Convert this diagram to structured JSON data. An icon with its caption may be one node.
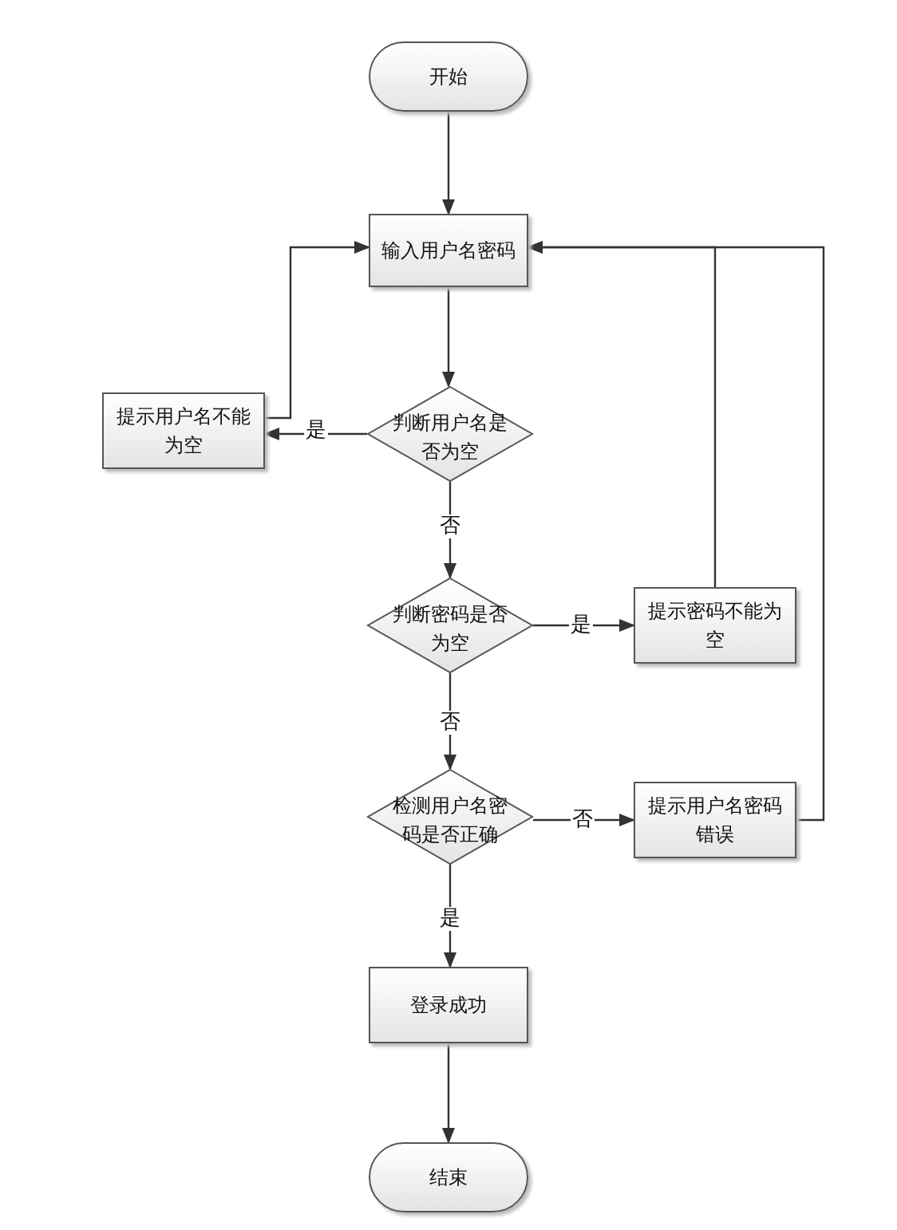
{
  "diagram": {
    "nodes": [
      {
        "text": [
          "开始"
        ]
      },
      {
        "text": [
          "输入用户名密码"
        ]
      },
      {
        "text": [
          "判断用户名是否为空"
        ]
      },
      {
        "text": [
          "提示用户名不能为空"
        ]
      },
      {
        "text": [
          "判断密码是否为空"
        ]
      },
      {
        "text": [
          "提示密码不能为空"
        ]
      },
      {
        "text": [
          "检测用户名密码是否正确"
        ]
      },
      {
        "text": [
          "提示用户名密码错误"
        ]
      },
      {
        "text": [
          "登录成功"
        ]
      },
      {
        "text": [
          "结束"
        ]
      }
    ],
    "edges": [
      {
        "from": 0,
        "to": 1,
        "arrow": "to"
      },
      {
        "from": 1,
        "to": 2,
        "arrow": "to"
      },
      {
        "from": 2,
        "to": 3,
        "arrow": "to",
        "label": "是"
      },
      {
        "from": 3,
        "to": 1,
        "arrow": "to"
      },
      {
        "from": 2,
        "to": 4,
        "arrow": "to",
        "label": "否"
      },
      {
        "from": 4,
        "to": 5,
        "arrow": "to",
        "label": "是"
      },
      {
        "from": 5,
        "to": 1,
        "arrow": "to"
      },
      {
        "from": 4,
        "to": 6,
        "arrow": "to",
        "label": "否"
      },
      {
        "from": 6,
        "to": 7,
        "arrow": "to",
        "label": "否"
      },
      {
        "from": 7,
        "to": 1,
        "arrow": "to"
      },
      {
        "from": 6,
        "to": 8,
        "arrow": "to",
        "label": "是"
      },
      {
        "from": 8,
        "to": 9,
        "arrow": "to"
      }
    ]
  }
}
